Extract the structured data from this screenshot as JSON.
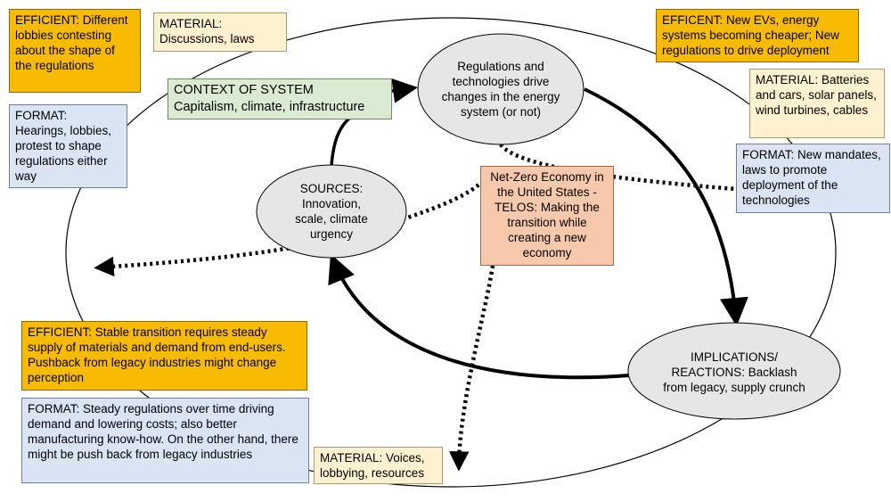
{
  "nodes": {
    "regulations": "Regulations and technologies drive changes in the energy system (or not)",
    "sources": "SOURCES: Innovation, scale, climate urgency",
    "implications": "IMPLICATIONS/ REACTIONS: Backlash from legacy, supply crunch"
  },
  "boxes": {
    "efficient_top_left": "EFFICIENT: Different lobbies contesting about the shape of the regulations",
    "material_top_left": "MATERIAL: Discussions, laws",
    "context": "CONTEXT OF SYSTEM\nCapitalism, climate, infrastructure",
    "format_left": "FORMAT: Hearings, lobbies, protest to shape regulations either way",
    "efficient_top_right": "EFFICENT: New EVs, energy systems becoming cheaper; New regulations to drive deployment",
    "material_right": "MATERIAL: Batteries and cars, solar panels, wind turbines, cables",
    "format_right": "FORMAT: New mandates, laws to promote deployment of the technologies",
    "telos": "Net-Zero Economy in the United States - TELOS: Making the transition while creating a new economy",
    "efficient_bottom_left": "EFFICIENT: Stable transition requires steady supply of materials and demand from end-users. Pushback from legacy industries might change perception",
    "format_bottom_left": "FORMAT: Steady regulations over time driving demand and lowering costs; also better manufacturing know-how. On the other hand, there might be push back from legacy industries",
    "material_bottom": "MATERIAL: Voices, lobbying, resources"
  },
  "colors": {
    "efficient": "#f9bb00",
    "material": "#fdf1cf",
    "format": "#dae4f3",
    "context": "#dbebd3",
    "telos": "#f8c8ab",
    "node": "#e6e6e6"
  }
}
